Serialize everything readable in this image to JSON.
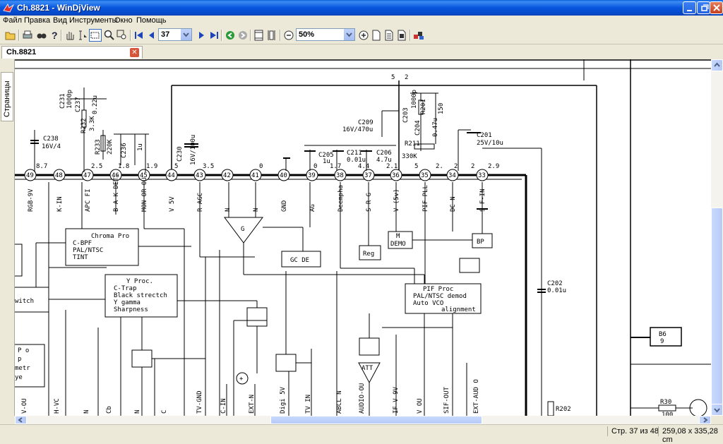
{
  "window": {
    "title": "Ch.8821 - WinDjView"
  },
  "menu": {
    "items": [
      "Файл",
      "Правка",
      "Вид",
      "Инструменты",
      "Окно",
      "Помощь"
    ]
  },
  "toolbar": {
    "page_value": "37",
    "zoom_value": "50%",
    "icons": [
      "open-icon",
      "print-icon",
      "find-icon",
      "help-icon",
      "hand-tool-icon",
      "text-select-icon",
      "rect-select-icon",
      "zoom-icon",
      "zoom-rect-icon",
      "first-page-icon",
      "prev-page-icon",
      "next-page-icon",
      "last-page-icon",
      "back-icon",
      "forward-icon",
      "fit-page-icon",
      "continuous-icon",
      "zoom-out-icon",
      "zoom-in-icon",
      "single-page-icon",
      "facing-pages-icon",
      "display-mode-icon",
      "layers-icon"
    ]
  },
  "tabs": {
    "document_tab": "Ch.8821"
  },
  "sidebar": {
    "pages_tab": "Страницы"
  },
  "status": {
    "page_info": "Стр. 37 из 48",
    "size_info": "259,08 x 335,28 cm"
  },
  "schematic": {
    "pins": [
      "49",
      "48",
      "47",
      "46",
      "45",
      "44",
      "43",
      "42",
      "41",
      "40",
      "39",
      "38",
      "37",
      "36",
      "35",
      "34",
      "33"
    ],
    "pin_labels": [
      "RGB-9V",
      "K-IN",
      "APC FI",
      "B A K DET.",
      "MON OR OU",
      "V 5V",
      "R AGC",
      "N",
      "N",
      "GND",
      "AG",
      "Deempha",
      "S R G",
      "V (5v)",
      "PIF PLL",
      "DC N",
      "S F-IN"
    ],
    "top_labels": [
      "8.7",
      "2.5",
      "1.8",
      "1.9",
      "5",
      "3.5",
      "0",
      "0",
      "1.7",
      "4.4",
      "2.1",
      "5",
      "2.",
      "2",
      "2",
      "2.9",
      "5",
      "2"
    ],
    "components": [
      "C238",
      "16V/4",
      "C231",
      "1000p",
      "C237",
      "0.22u",
      "R232",
      "3.3K",
      "R233",
      "220K",
      "C236",
      "1u",
      "C230",
      "16V/100u",
      "C205",
      "1u",
      "C211",
      "0.01u",
      "C206",
      "4.7u",
      "C209",
      "16V/470u",
      "C203",
      "1000p",
      "R201",
      "150",
      "C204",
      "0.47u",
      "R211",
      "330K",
      "C201",
      "25V/10u",
      "C202",
      "0.01u",
      "R202",
      "R30",
      "100",
      "B6",
      "9"
    ],
    "blocks": {
      "chroma": [
        "Chroma Pro",
        "C-BPF",
        "PAL/NTSC",
        "TINT"
      ],
      "yproc": [
        "Y Proc.",
        "C-Trap",
        "Black strectch",
        "Y gamma",
        "Sharpness"
      ],
      "pif": [
        "PIF Proc",
        "PAL/NTSC demod",
        "Auto VCO",
        "alignment"
      ],
      "gcde": "GC DE",
      "reg": "Reg",
      "mdemo": [
        "M",
        "DEMO"
      ],
      "bp": "BP",
      "att": "ATT",
      "g": "G",
      "switch": "witch",
      "pre": [
        "P o",
        "p",
        "metr",
        "ye"
      ]
    },
    "bottom_labels": [
      "V-OU",
      "H-VC",
      "N",
      "Cb",
      "N",
      "C",
      "TV-GND",
      "C-IN",
      "EXT-N",
      "Digi 5V",
      "TV IN",
      "ABCL N",
      "AUDIO-OU",
      "IF-V  9V",
      "V OU",
      "SIF-OUT",
      "EXT-AUD O"
    ]
  },
  "colors": {
    "titlebar": "#0855dd",
    "chrome": "#ece9d8",
    "page": "#ffffff"
  }
}
